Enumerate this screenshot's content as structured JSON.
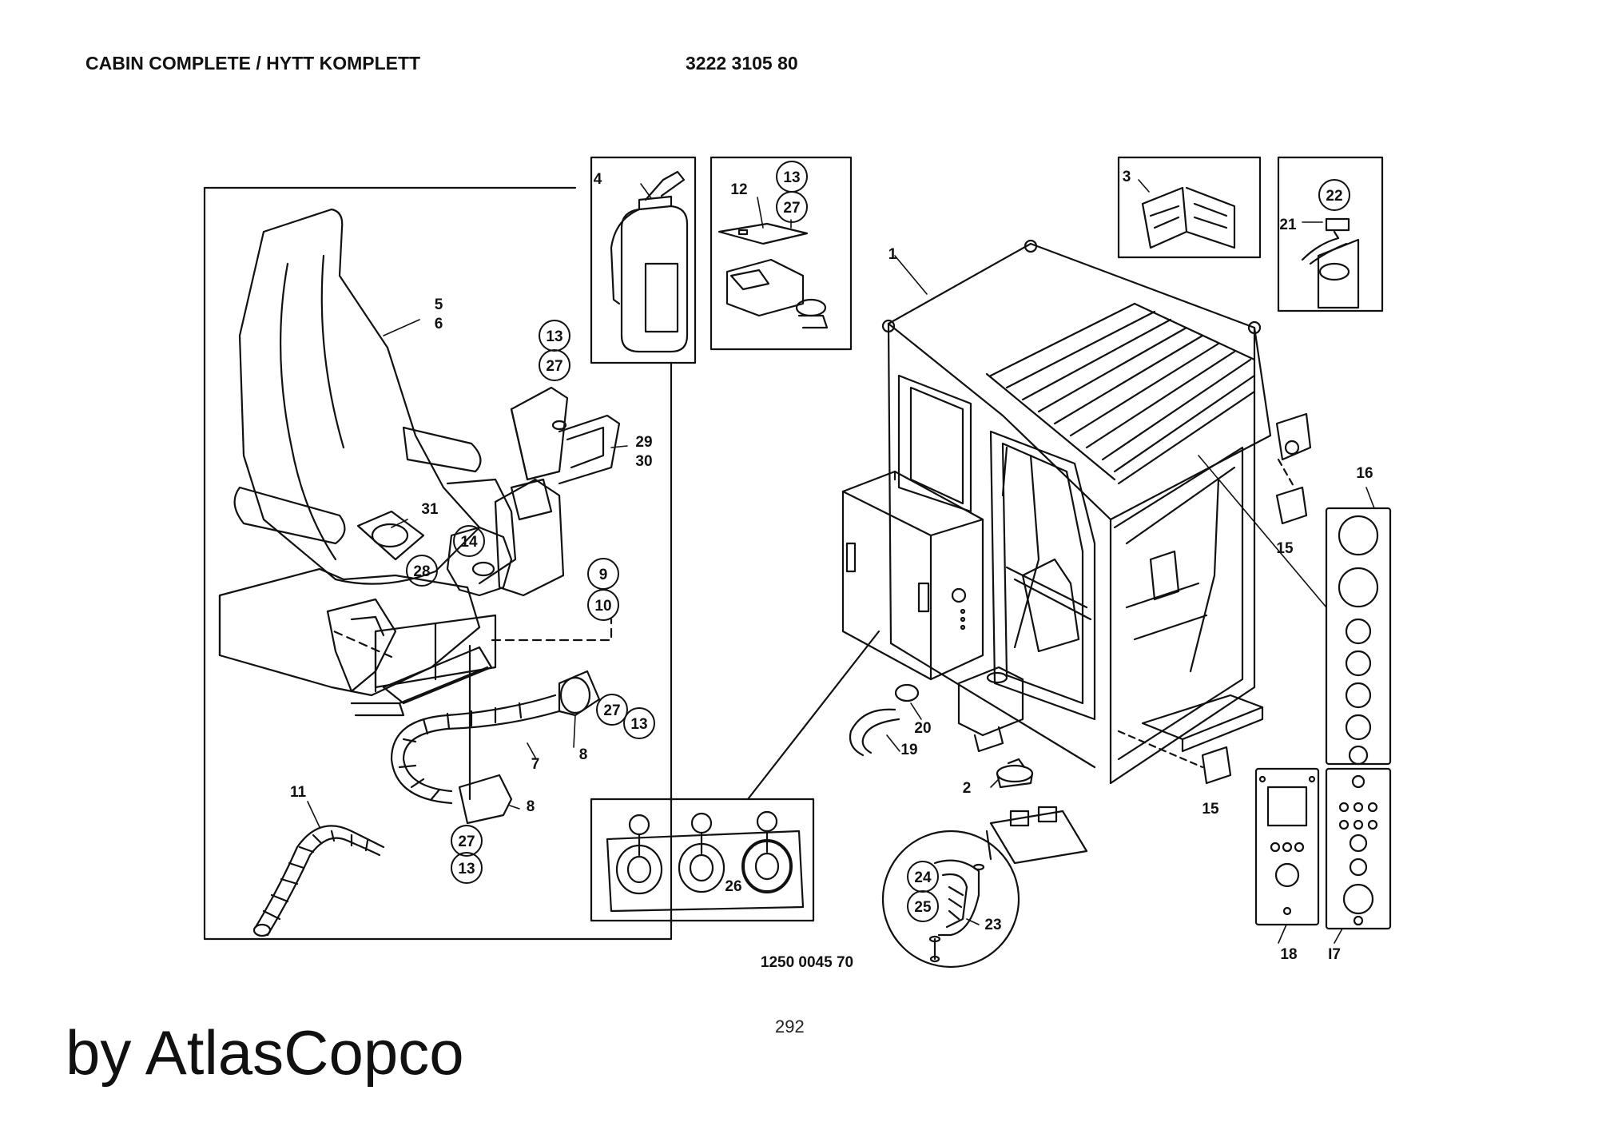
{
  "header": {
    "title": "CABIN COMPLETE / HYTT KOMPLETT",
    "part_number": "3222 3105 80"
  },
  "drawing": {
    "reference": "1250 0045 70"
  },
  "callouts": {
    "c1": "1",
    "c2": "2",
    "c3": "3",
    "c4": "4",
    "c5": "5",
    "c6": "6",
    "c7": "7",
    "c8a": "8",
    "c8b": "8",
    "c9": "9",
    "c10": "10",
    "c11": "11",
    "c12": "12",
    "c13a": "13",
    "c13b": "13",
    "c13c": "13",
    "c13d": "13",
    "c14": "14",
    "c15a": "15",
    "c15b": "15",
    "c16": "16",
    "c17": "I7",
    "c18": "18",
    "c19": "19",
    "c20": "20",
    "c21": "21",
    "c22": "22",
    "c23": "23",
    "c24": "24",
    "c25": "25",
    "c26": "26",
    "c27a": "27",
    "c27b": "27",
    "c27c": "27",
    "c27d": "27",
    "c28": "28",
    "c29": "29",
    "c30": "30",
    "c31": "31"
  },
  "footer": {
    "brand": "by AtlasCopco",
    "page": "292"
  }
}
